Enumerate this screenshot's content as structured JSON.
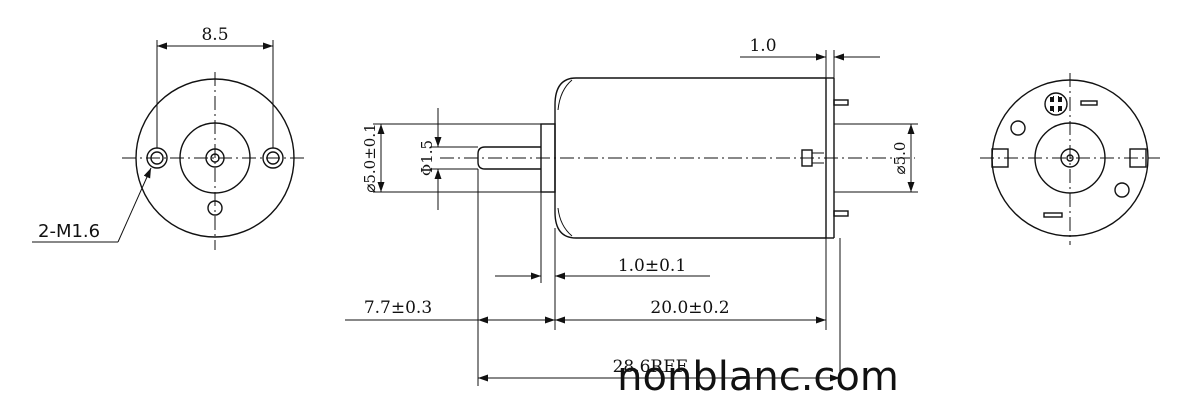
{
  "dimensions": {
    "hole_spacing": "8.5",
    "thread_callout": "2-M1.6",
    "flange_thickness": "1.0",
    "boss_diameter": "⌀5.0±0.1",
    "shaft_diameter": "Φ1.5",
    "terminal_diameter": "⌀5.0",
    "step_length": "1.0±0.1",
    "shaft_length": "7.7±0.3",
    "body_length": "20.0±0.2",
    "overall_length": "28.6REF"
  },
  "watermark": "nonblanc.com"
}
